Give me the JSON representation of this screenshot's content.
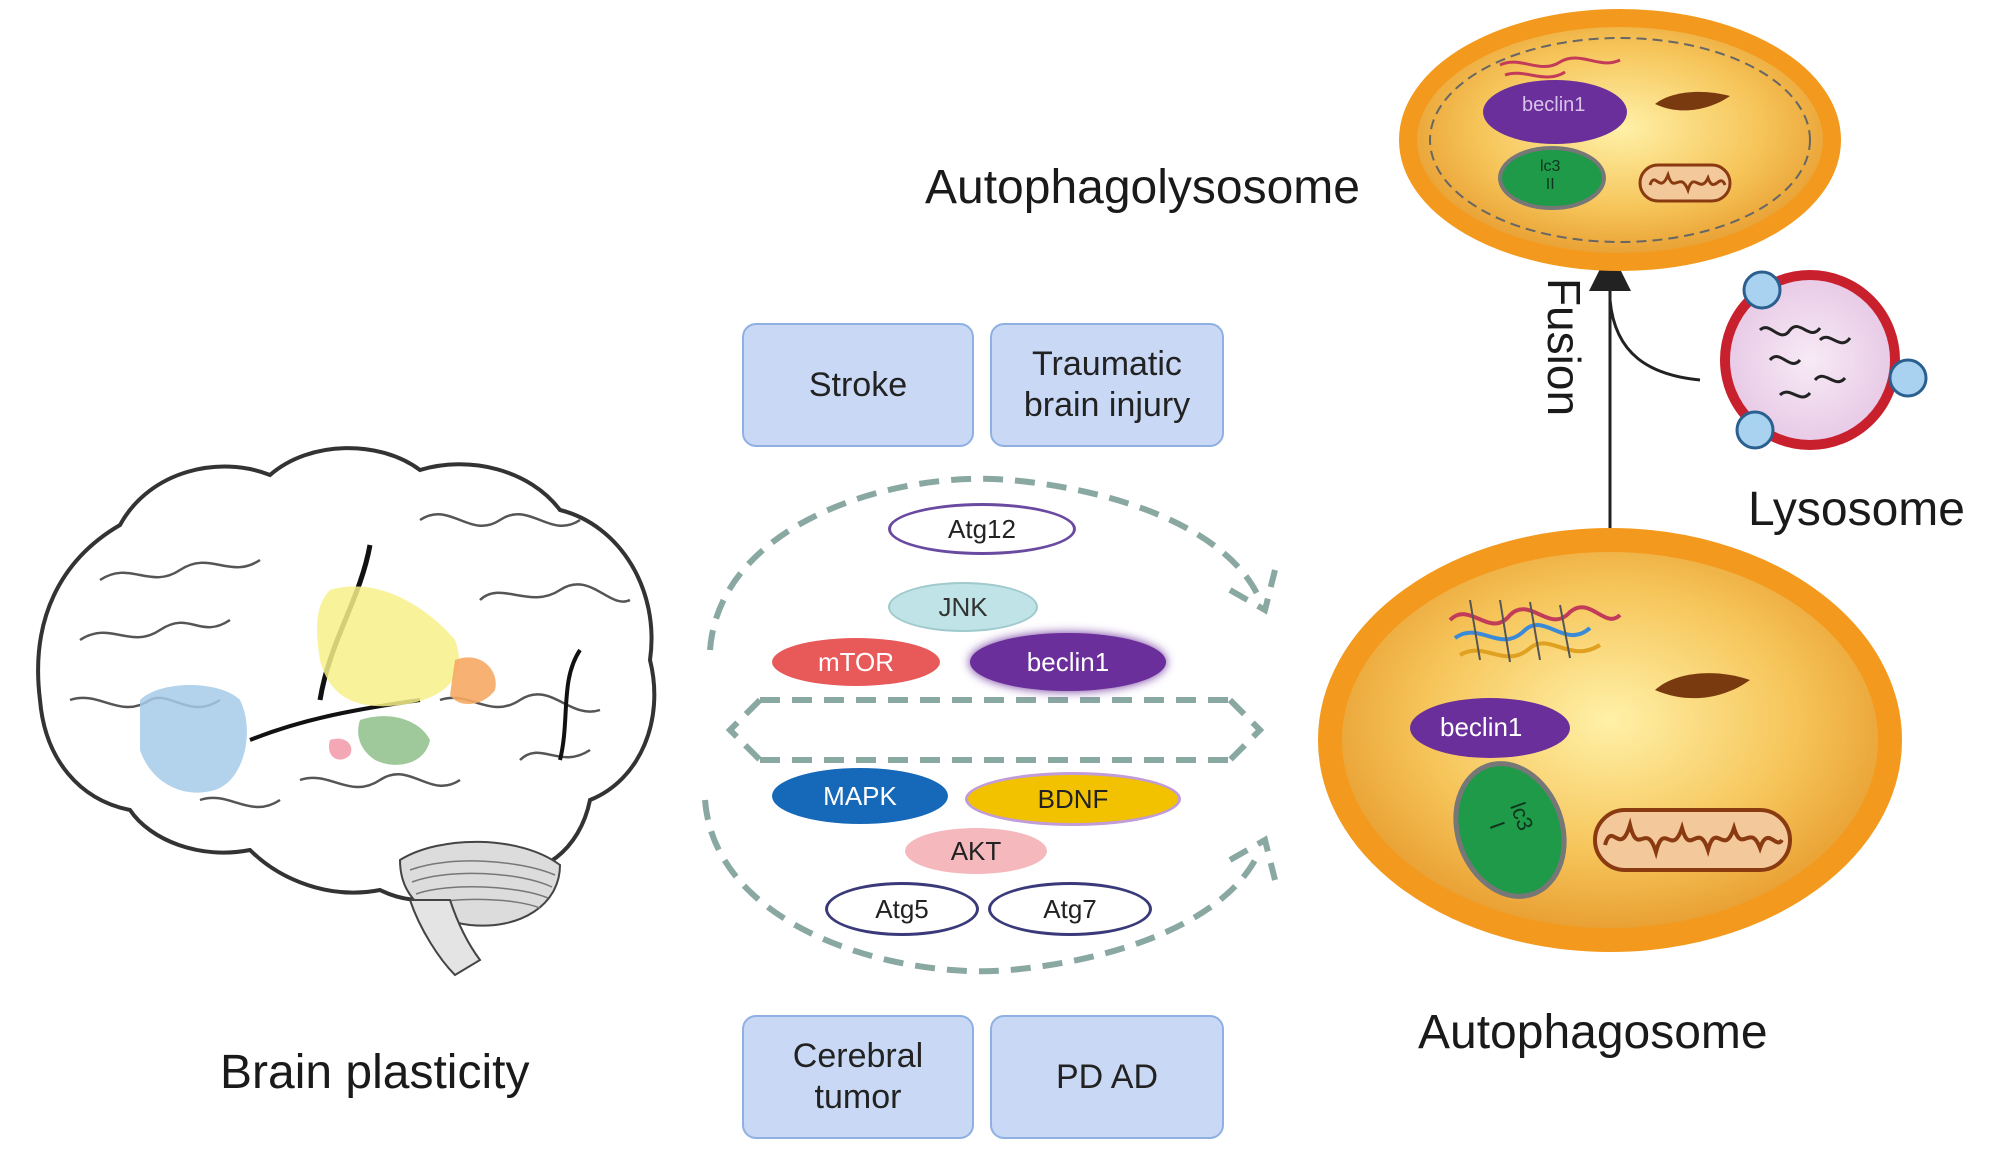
{
  "labels": {
    "autophagolysosome": "Autophagolysosome",
    "lysosome": "Lysosome",
    "autophagosome": "Autophagosome",
    "brain_plasticity": "Brain plasticity",
    "fusion": "Fusion"
  },
  "disease_boxes": {
    "stroke": "Stroke",
    "tbi": "Traumatic\nbrain injury",
    "tumor": "Cerebral\ntumor",
    "pd_ad": "PD  AD"
  },
  "molecules": {
    "atg12": "Atg12",
    "jnk": "JNK",
    "mtor": "mTOR",
    "beclin1": "beclin1",
    "mapk": "MAPK",
    "bdnf": "BDNF",
    "akt": "AKT",
    "atg5": "Atg5",
    "atg7": "Atg7"
  },
  "organelle_labels": {
    "beclin1": "beclin1",
    "lc3_i": "lc3\nI",
    "beclin_small": "beclin1",
    "lc3_ii": "lc3\nII"
  },
  "colors": {
    "box_fill": "#c9d9f5",
    "mtor": "#e85a5a",
    "beclin1": "#6a2f9a",
    "mapk": "#1668b8",
    "bdnf": "#f2c200",
    "akt": "#f5b9bd",
    "jnk": "#bfe3e6",
    "vesicle_rim": "#f39a1e",
    "lysosome_rim": "#c8202c"
  }
}
